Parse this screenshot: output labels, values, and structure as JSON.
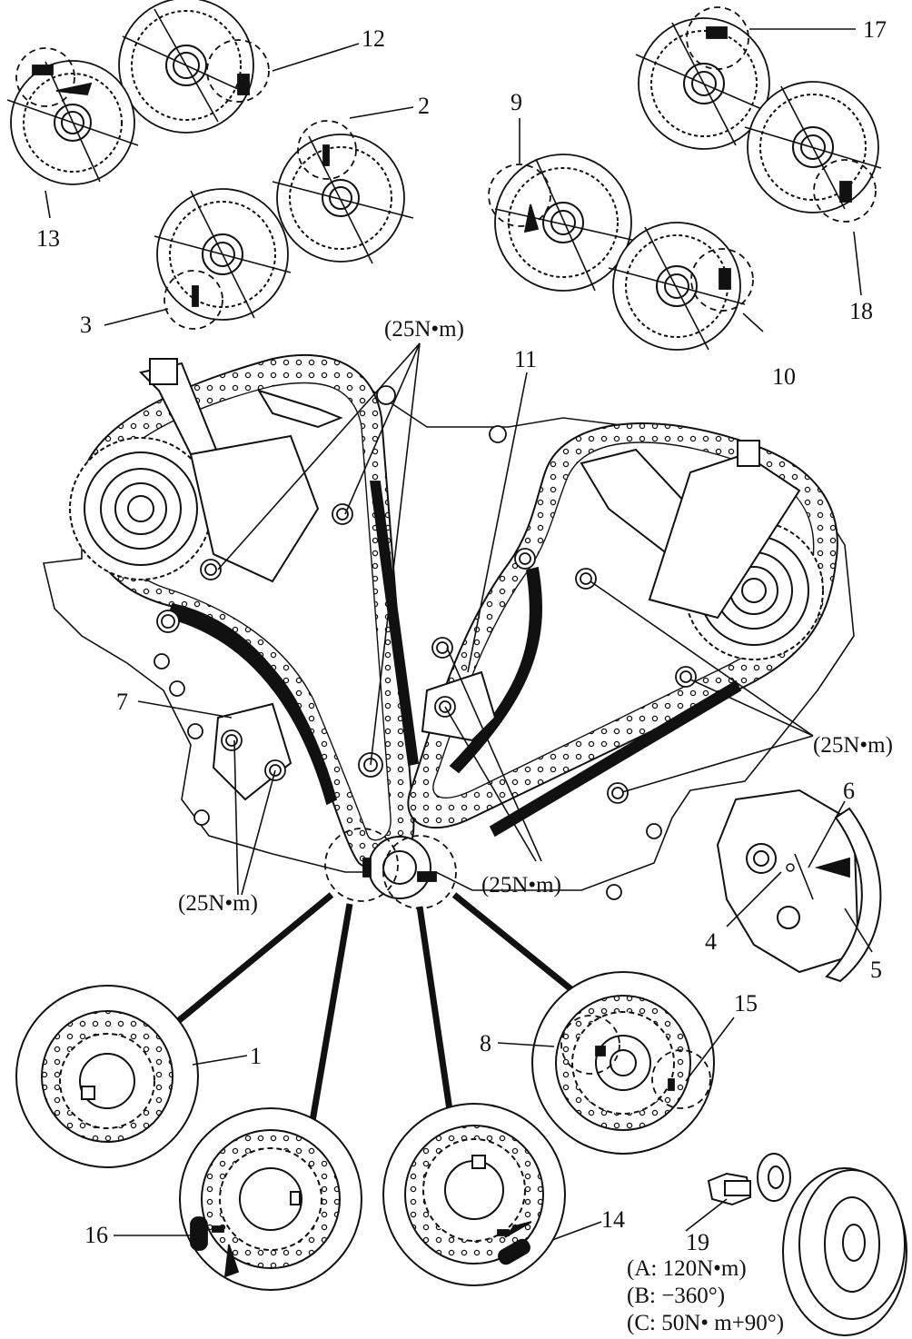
{
  "labels": {
    "n1": "1",
    "n2": "2",
    "n3": "3",
    "n4": "4",
    "n5": "5",
    "n6": "6",
    "n7": "7",
    "n8": "8",
    "n9": "9",
    "n10": "10",
    "n11": "11",
    "n12": "12",
    "n13": "13",
    "n14": "14",
    "n15": "15",
    "n16": "16",
    "n17": "17",
    "n18": "18",
    "n19": "19"
  },
  "torque": {
    "upper": "(25N•m)",
    "right": "(25N•m)",
    "center": "(25N•m)",
    "left": "(25N•m)"
  },
  "spec": {
    "a": "(A: 120N•m)",
    "b": "(B: −360°)",
    "c": "(C: 50N• m+90°)"
  }
}
